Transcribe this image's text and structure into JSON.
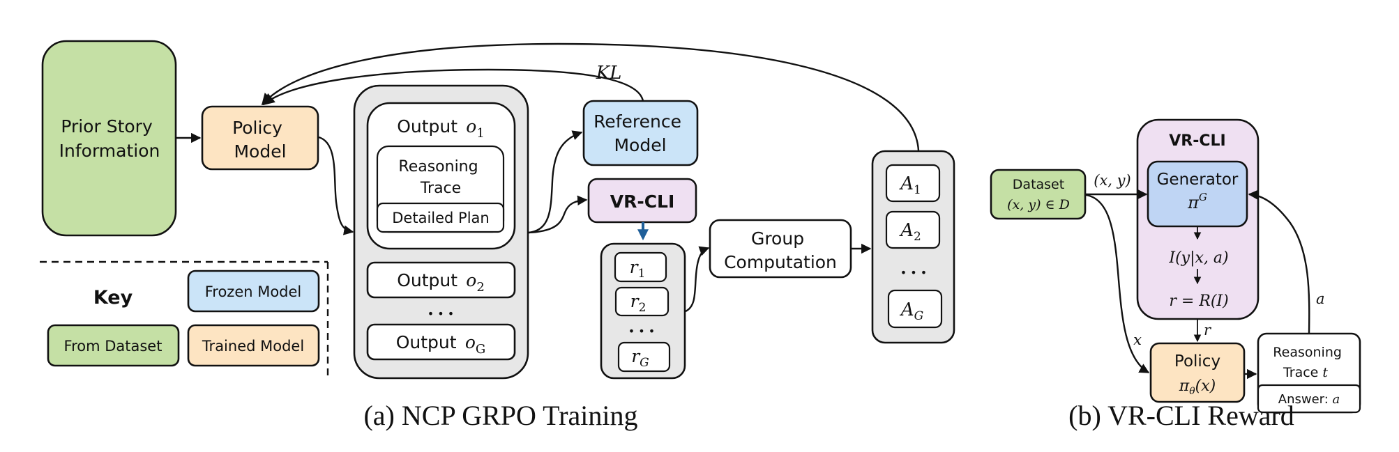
{
  "colors": {
    "dataset_green": "#c5e0a5",
    "frozen_blue": "#cbe4f8",
    "trained_orange": "#fde4c2",
    "vrcli_purple": "#efe0f2",
    "generator_blue": "#bfd5f4",
    "group_gray": "#e7e7e7",
    "reward_arrow_blue": "#1f5f99"
  },
  "panel_a": {
    "prior_story": [
      "Prior Story",
      "Information"
    ],
    "policy_model": [
      "Policy",
      "Model"
    ],
    "outputs": {
      "o1_label": "Output",
      "o1_var": "o",
      "o1_sub": "1",
      "reasoning_trace": [
        "Reasoning",
        "Trace"
      ],
      "detailed_plan": "Detailed Plan",
      "o2_label": "Output",
      "o2_var": "o",
      "o2_sub": "2",
      "ellipsis": "• • •",
      "oG_label": "Output",
      "oG_var": "o",
      "oG_sub": "G"
    },
    "reference_model": [
      "Reference",
      "Model"
    ],
    "kl_label": "KL",
    "vrcli": "VR-CLI",
    "rewards": {
      "r1_var": "r",
      "r1_sub": "1",
      "r2_var": "r",
      "r2_sub": "2",
      "ellipsis": "• • •",
      "rG_var": "r",
      "rG_sub": "G"
    },
    "group_computation": [
      "Group",
      "Computation"
    ],
    "advantages": {
      "a1_var": "A",
      "a1_sub": "1",
      "a2_var": "A",
      "a2_sub": "2",
      "ellipsis": "• • •",
      "aG_var": "A",
      "aG_sub": "G"
    },
    "key": {
      "title": "Key",
      "frozen": "Frozen Model",
      "dataset": "From Dataset",
      "trained": "Trained Model"
    },
    "caption": "(a) NCP GRPO Training"
  },
  "panel_b": {
    "dataset": [
      "Dataset",
      "(x, y) ∈ D"
    ],
    "xy_edge_label": "(x, y)",
    "vrcli_title": "VR-CLI",
    "generator": "Generator",
    "generator_sym": "π",
    "generator_sup": "G",
    "info_expr": "I(y|x, a)",
    "reward_expr": "r = R(I)",
    "r_edge_label": "r",
    "x_edge_label": "x",
    "a_edge_label": "a",
    "policy": "Policy",
    "policy_sym": "π",
    "policy_sub": "θ",
    "policy_arg": "(x)",
    "reasoning_trace": [
      "Reasoning",
      "Trace "
    ],
    "reasoning_trace_var": "t",
    "answer_label": "Answer: ",
    "answer_var": "a",
    "caption": "(b) VR-CLI Reward"
  }
}
